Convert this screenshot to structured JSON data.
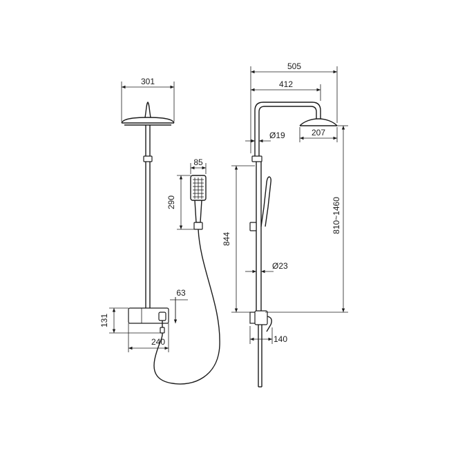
{
  "dimensions": {
    "overhead_width": "301",
    "handshower_width": "85",
    "handshower_length": "290",
    "valve_depth": "63",
    "valve_height": "131",
    "valve_width": "240",
    "total_projection": "505",
    "arm_projection": "412",
    "head_diameter": "207",
    "pipe_diameter_top": "Ø19",
    "pipe_diameter_bottom": "Ø23",
    "riser_height": "844",
    "adjustable_height": "810~1460",
    "spout_projection": "140"
  },
  "colors": {
    "stroke": "#1a1a1a",
    "background": "#ffffff"
  }
}
